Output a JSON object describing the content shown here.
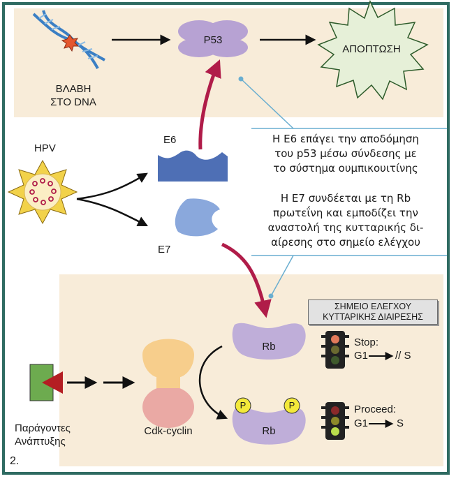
{
  "labels": {
    "dna_damage_line1": "ΒΛΑΒΗ",
    "dna_damage_line2": "ΣΤΟ DNA",
    "p53": "P53",
    "apoptosis": "ΑΠΟΠΤΩΣΗ",
    "hpv": "HPV",
    "e6": "E6",
    "e7": "E7",
    "rb_top": "Rb",
    "rb_bottom": "Rb",
    "phosphate_left": "P",
    "phosphate_right": "P",
    "cdk_cyclin": "Cdk-cyclin",
    "growth_factors_line1": "Παράγοντες",
    "growth_factors_line2": "Ανάπτυξης",
    "figure_number": "2."
  },
  "notes": {
    "e6_line1": "Η E6 επάγει την αποδόμηση",
    "e6_line2": "του p53 μέσω σύνδεσης με",
    "e6_line3": "το σύστημα ουμπικουιτίνης",
    "e7_line1": "Η E7 συνδέεται με τη Rb",
    "e7_line2": "πρωτεΐνη και εμποδίζει την",
    "e7_line3": "αναστολή της κυτταρικής δι-",
    "e7_line4": "αίρεσης στο σημείο ελέγχου"
  },
  "checkpoint": {
    "title_line1": "ΣΗΜΕΙΟ ΕΛΕΓΧΟΥ",
    "title_line2": "ΚΥΤΤΑΡΙΚΗΣ ΔΙΑΙΡΕΣΗΣ",
    "stop_label": "Stop:",
    "stop_from": "G1",
    "stop_to": "// S",
    "proceed_label": "Proceed:",
    "proceed_from": "G1",
    "proceed_to": "S"
  },
  "colors": {
    "frame": "#2f6b62",
    "panel_beige": "#f8ecd9",
    "p53_fill": "#b7a2d3",
    "rb_fill": "#bfaed9",
    "e6_fill": "#4e6fb5",
    "e7_fill": "#8aa8dc",
    "hpv_fill": "#f2d24a",
    "virus_core": "#fbeec4",
    "red_arrow": "#b01c49",
    "phosphate": "#f3e93a",
    "cdk_top": "#f7ce8c",
    "cdk_bottom": "#eaa9a4",
    "growth_factor_green": "#6dab4f",
    "growth_factor_red": "#b41e23",
    "callout_line": "#6aaed0"
  }
}
